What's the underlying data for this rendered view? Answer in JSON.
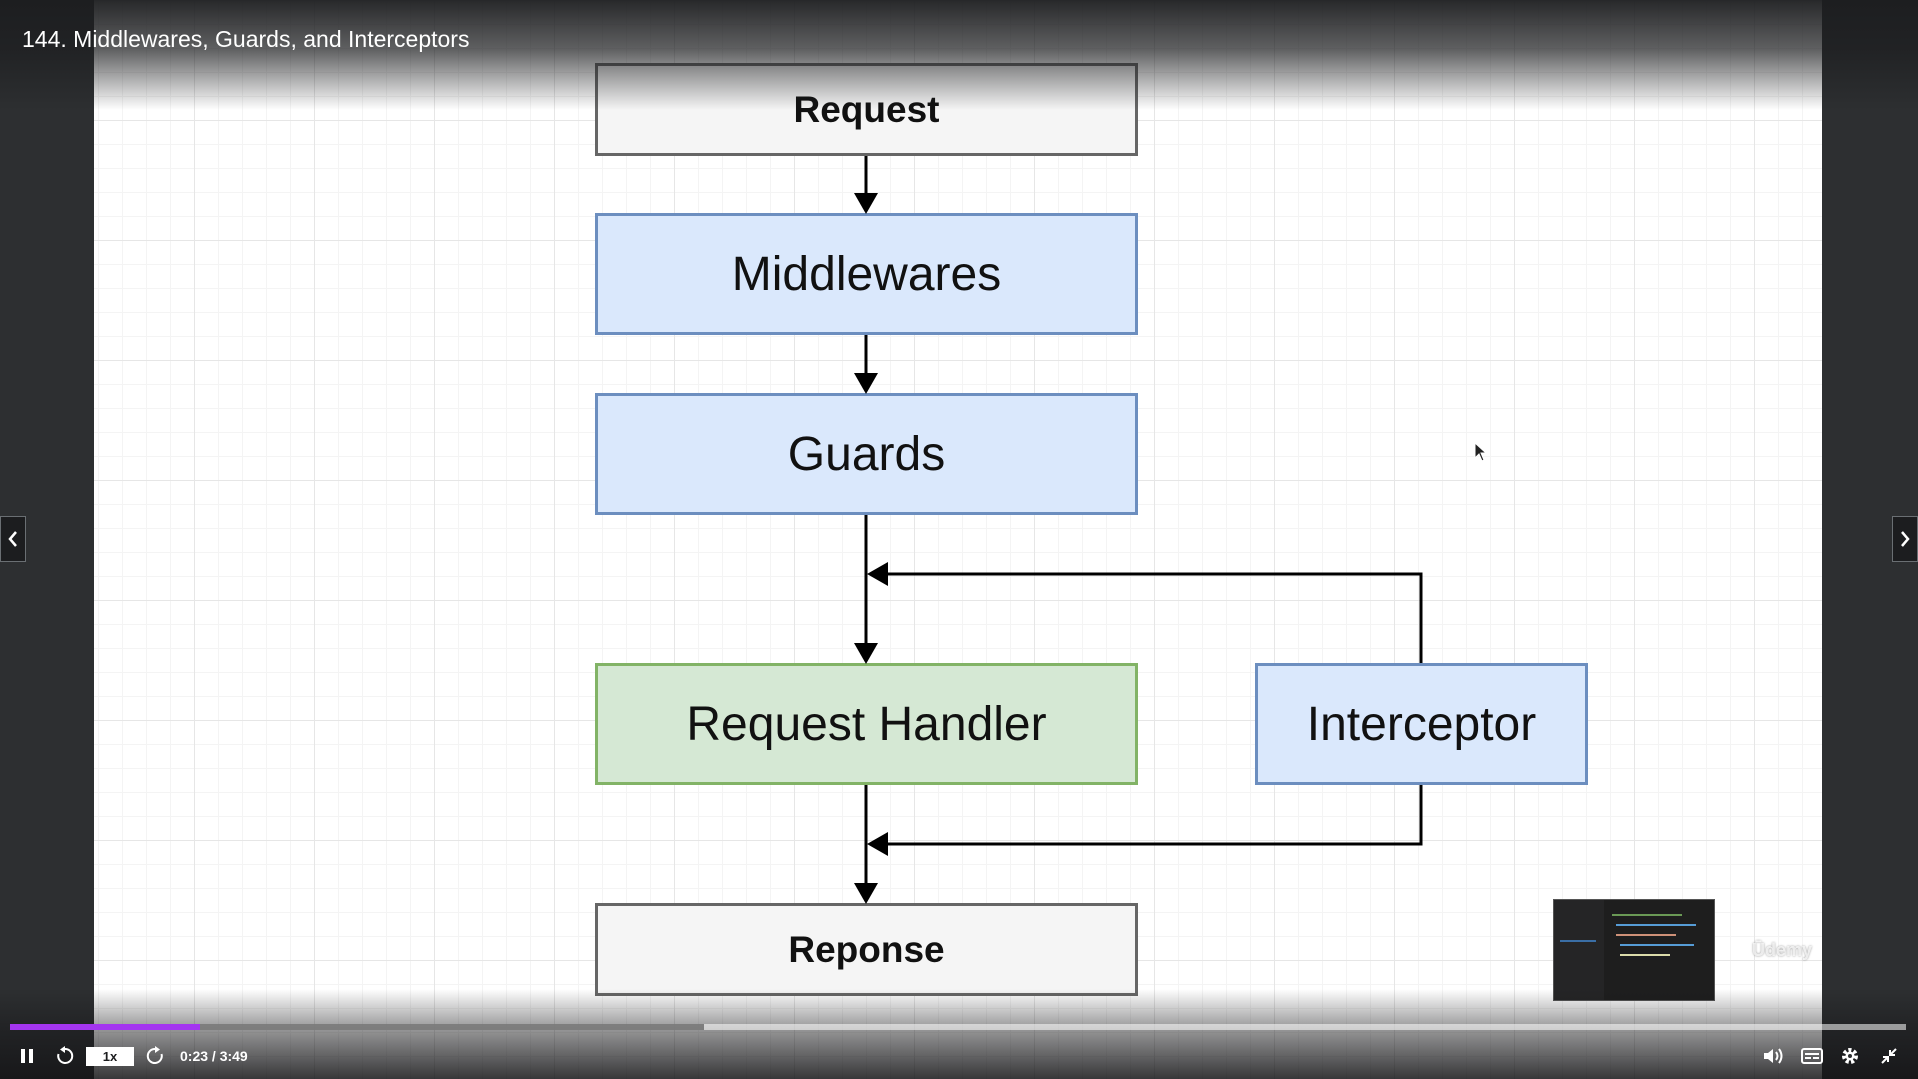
{
  "player": {
    "lecture_title": "144. Middlewares, Guards, and Interceptors",
    "watermark": "Ūdemy",
    "rate_label": "1x",
    "time_display": "0:23 / 3:49",
    "progress_fraction": 0.1,
    "buffered_fraction": 0.366,
    "accent_color": "#a435f0"
  },
  "diagram": {
    "nodes": {
      "request": "Request",
      "middlewares": "Middlewares",
      "guards": "Guards",
      "request_handler": "Request Handler",
      "interceptor": "Interceptor",
      "response": "Reponse"
    },
    "colors": {
      "gray_fill": "#f5f5f5",
      "blue_fill": "#dae8fc",
      "green_fill": "#d5e8d4"
    }
  },
  "icons": {
    "play_pause": "pause-icon",
    "rewind": "rewind-5-icon",
    "forward": "forward-5-icon",
    "volume": "volume-icon",
    "captions": "captions-icon",
    "settings": "gear-icon",
    "fullscreen": "exit-fullscreen-icon",
    "prev": "chevron-left-icon",
    "next": "chevron-right-icon"
  }
}
